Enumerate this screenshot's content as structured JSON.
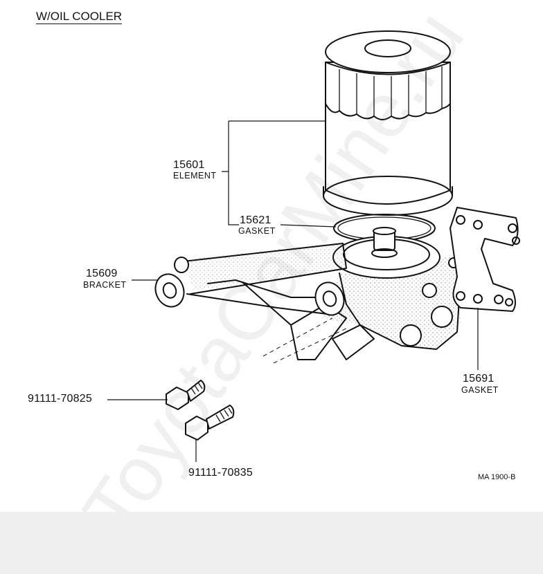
{
  "title": "W/OIL COOLER",
  "drawing_id": "MA 1900-B",
  "watermark": "ToyotaCarMine.ru",
  "parts": {
    "element": {
      "number": "15601",
      "name": "ELEMENT"
    },
    "gasket_element": {
      "number": "15621",
      "name": "GASKET"
    },
    "bracket": {
      "number": "15609",
      "name": "BRACKET"
    },
    "gasket_cooler": {
      "number": "15691",
      "name": "GASKET"
    },
    "bolt_1": {
      "number": "91111-70825"
    },
    "bolt_2": {
      "number": "91111-70835"
    }
  }
}
